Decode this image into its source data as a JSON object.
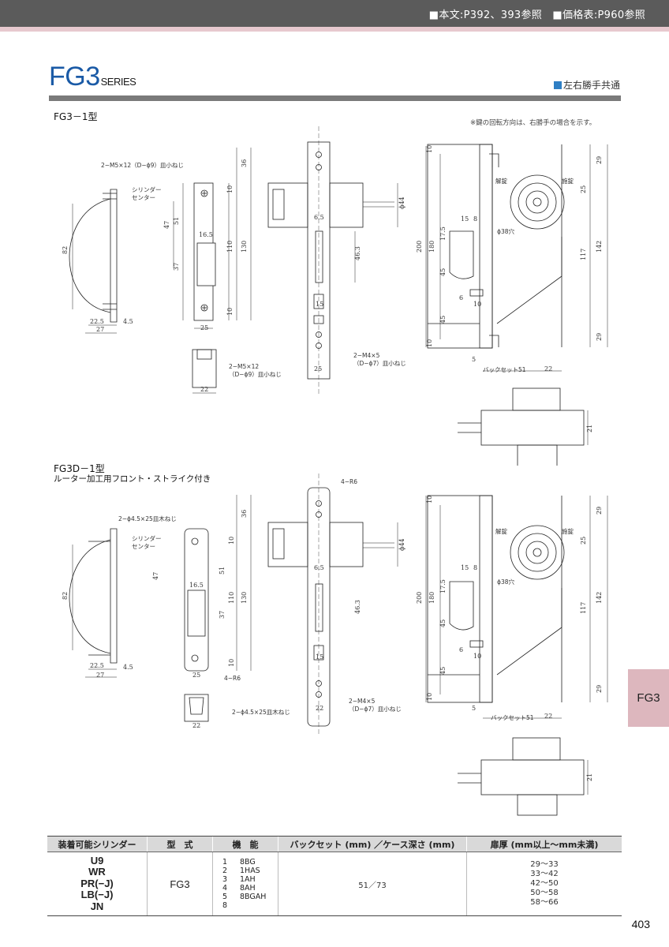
{
  "header": {
    "reference": "■本文:P392、393参照　■価格表:P960参照"
  },
  "series": {
    "title": "FG3",
    "suffix": "SERIES",
    "handed_note": "左右勝手共通"
  },
  "section1": {
    "model": "FG3－1型",
    "note": "※鍵の回転方向は、右勝手の場合を示す。",
    "labels": {
      "screw_top": "2−M5×12（D−ϕ9）皿小ねじ",
      "cylinder_center_1": "シリンダー",
      "cylinder_center_2": "センター",
      "screw_bottom_1": "2−M5×12",
      "screw_bottom_2": "（D−ϕ9）皿小ねじ",
      "screw_front_1": "2−M4×5",
      "screw_front_2": "（D−ϕ7）皿小ねじ",
      "unlock": "解錠",
      "lock": "施錠",
      "hole": "ϕ38穴",
      "backset": "バックセット51",
      "phi44": "ϕ44"
    },
    "dims": [
      "36",
      "10",
      "110",
      "130",
      "10",
      "47",
      "51",
      "37",
      "16.5",
      "25",
      "82",
      "22.5",
      "4.5",
      "27",
      "22",
      "6.5",
      "46.3",
      "15",
      "25",
      "10",
      "29",
      "25",
      "200",
      "180",
      "17.5",
      "45",
      "45",
      "10",
      "15",
      "8",
      "6",
      "10",
      "117",
      "142",
      "29",
      "5",
      "22",
      "21"
    ]
  },
  "section2": {
    "model": "FG3D－1型",
    "sub": "ルーター加工用フロント・ストライク付き",
    "labels": {
      "screw_top": "2−ϕ4.5×25皿木ねじ",
      "cylinder_center_1": "シリンダー",
      "cylinder_center_2": "センター",
      "r6_top": "4−R6",
      "r6_bottom": "4−R6",
      "screw_bottom": "2−ϕ4.5×25皿木ねじ",
      "screw_front_1": "2−M4×5",
      "screw_front_2": "（D−ϕ7）皿小ねじ",
      "unlock": "解錠",
      "lock": "施錠",
      "hole": "ϕ38穴",
      "backset": "バックセット51",
      "phi44": "ϕ44"
    }
  },
  "side_tab": "FG3",
  "table": {
    "headers": [
      "装着可能シリンダー",
      "型　式",
      "機　能",
      "バックセット (mm) ／ケース深さ (mm)",
      "扉厚 (mm以上～mm未満)"
    ],
    "cylinders": [
      "U9",
      "WR",
      "PR(−J)",
      "LB(−J)",
      "JN"
    ],
    "model": "FG3",
    "functions": [
      {
        "n": "1",
        "f": "8BG"
      },
      {
        "n": "2",
        "f": "1HAS"
      },
      {
        "n": "3",
        "f": "1AH"
      },
      {
        "n": "4",
        "f": "8AH"
      },
      {
        "n": "5",
        "f": "8BGAH"
      },
      {
        "n": "8",
        "f": ""
      }
    ],
    "offset": "51／73",
    "thickness": [
      "29～33",
      "33～42",
      "42～50",
      "50～58",
      "58～66"
    ]
  },
  "page_number": "403"
}
